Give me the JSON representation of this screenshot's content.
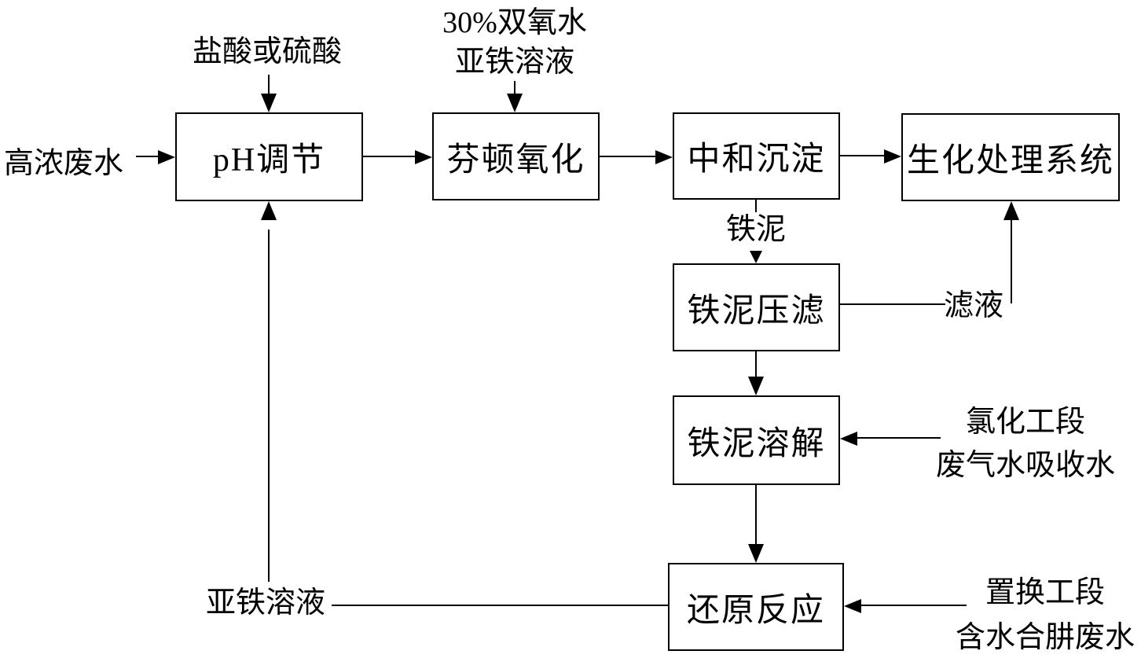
{
  "diagram": {
    "title_hint": "高浓废水芬顿氧化铁泥循环处理流程图",
    "nodes": {
      "ph": {
        "label": "pH调节"
      },
      "fenton": {
        "label": "芬顿氧化"
      },
      "neutralization": {
        "label": "中和沉淀"
      },
      "biochemical": {
        "label": "生化处理系统"
      },
      "sludge_press": {
        "label": "铁泥压滤"
      },
      "sludge_dissolve": {
        "label": "铁泥溶解"
      },
      "reduction": {
        "label": "还原反应"
      }
    },
    "labels": {
      "influent": "高浓废水",
      "acid": "盐酸或硫酸",
      "peroxide_line1": "30%双氧水",
      "peroxide_line2": "亚铁溶液",
      "iron_sludge": "铁泥",
      "filtrate": "滤液",
      "ferrous_solution": "亚铁溶液",
      "chlorination_line1": "氯化工段",
      "chlorination_line2": "废气水吸收水",
      "displacement_line1": "置换工段",
      "displacement_line2": "含水合肼废水"
    },
    "colors": {
      "line": "#000000",
      "text": "#000000",
      "background": "#ffffff"
    }
  }
}
